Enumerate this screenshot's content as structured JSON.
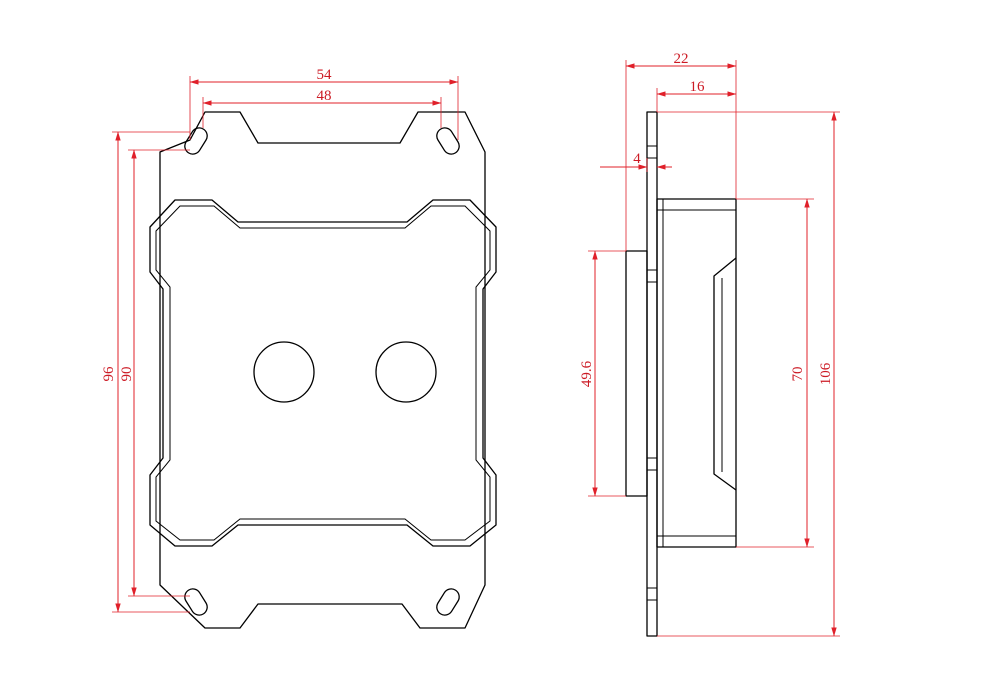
{
  "colors": {
    "outline": "#000000",
    "dimension": "#e0202a",
    "background": "#ffffff"
  },
  "front_view": {
    "dimensions": {
      "hole_span_outer": "54",
      "hole_span_inner": "48",
      "height_outer": "96",
      "height_inner": "90"
    }
  },
  "side_view": {
    "dimensions": {
      "total_depth": "22",
      "block_depth": "16",
      "plate_thickness": "4",
      "bracket_height": "49.6",
      "block_height": "70",
      "plate_height": "106"
    }
  }
}
